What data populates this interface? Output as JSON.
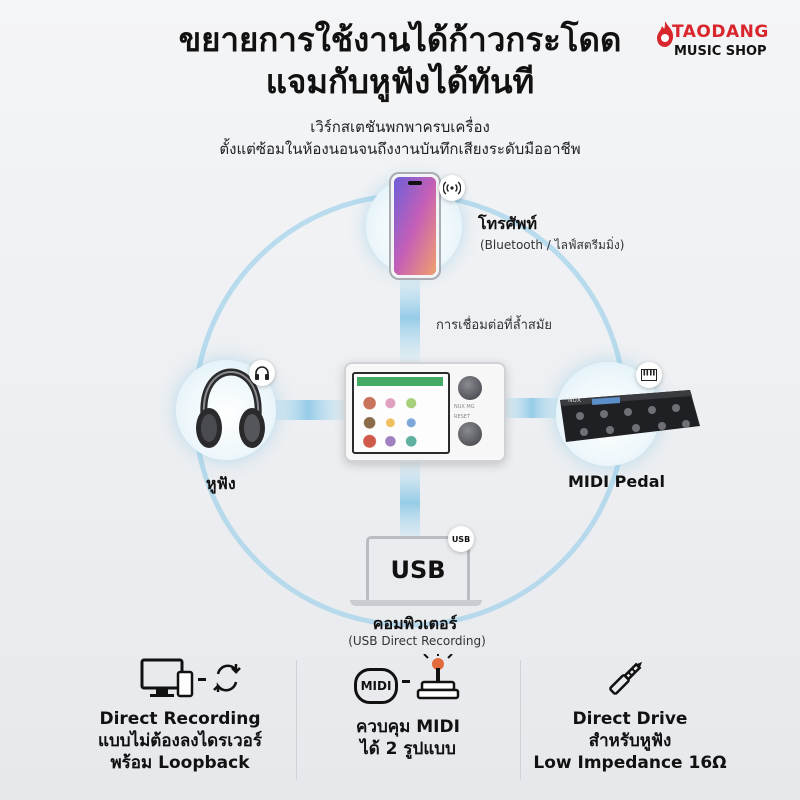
{
  "header": {
    "title_line1": "ขยายการใช้งานได้ก้าวกระโดด",
    "title_line2": "แจมกับหูฟังได้ทันที",
    "subtitle_line1": "เวิร์กสเตชันพกพาครบเครื่อง",
    "subtitle_line2": "ตั้งแต่ซ้อมในห้องนอนจนถึงงานบันทึกเสียงระดับมืออาชีพ"
  },
  "brand": {
    "name": "TAODANG",
    "tagline": "MUSIC SHOP",
    "color": "#d8262c"
  },
  "diagram": {
    "center_label": "การเชื่อมต่อที่ล้ำสมัย",
    "device_text_1": "NUX MG",
    "device_text_2": "RESET",
    "phone": {
      "label": "โทรศัพท์",
      "sublabel": "(Bluetooth / ไลฟ์สตรีมมิ่ง)",
      "badge_icon": "wireless-signal-icon"
    },
    "headphones": {
      "label": "หูฟัง",
      "badge_icon": "headphones-icon"
    },
    "midi": {
      "label": "MIDI Pedal",
      "badge_icon": "piano-keyboard-icon",
      "device_brand": "NUX"
    },
    "computer": {
      "label": "คอมพิวเตอร์",
      "sublabel": "(USB Direct Recording)",
      "screen_text": "USB",
      "badge_text": "USB"
    }
  },
  "features": [
    {
      "icon": "computer-phone-sync-icon",
      "line1": "Direct Recording",
      "line2": "แบบไม่ต้องลงไดรเวอร์",
      "line3": "พร้อม Loopback"
    },
    {
      "icon": "midi-joystick-icon",
      "badge_text": "MIDI",
      "line1": "ควบคุม MIDI",
      "line2": "ได้ 2 รูปแบบ"
    },
    {
      "icon": "audio-jack-icon",
      "line1": "Direct Drive",
      "line2": "สำหรับหูฟัง",
      "line3": "Low Impedance 16Ω"
    }
  ],
  "colors": {
    "accent_blue": "#8cc8e6",
    "text": "#111111"
  }
}
